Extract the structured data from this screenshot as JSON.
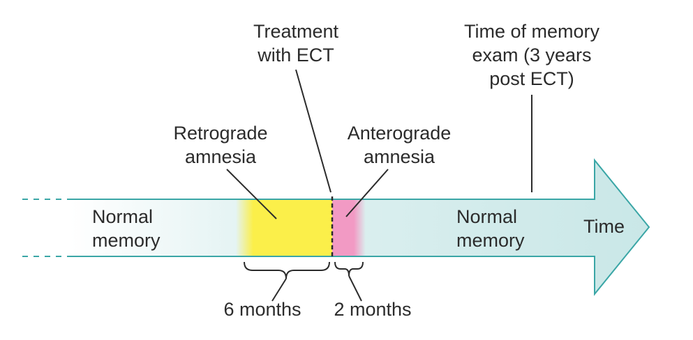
{
  "labels": {
    "treatment": [
      "Treatment",
      "with ECT"
    ],
    "exam": [
      "Time of memory",
      "exam (3 years",
      "post ECT)"
    ],
    "retrograde": [
      "Retrograde",
      "amnesia"
    ],
    "anterograde": [
      "Anterograde",
      "amnesia"
    ],
    "normal_left": [
      "Normal",
      "memory"
    ],
    "normal_right": [
      "Normal",
      "memory"
    ],
    "time": "Time",
    "duration_retro": "6 months",
    "duration_antero": "2 months"
  },
  "colors": {
    "arrow_fill": "#d2ecec",
    "arrow_stroke": "#3aa6a6",
    "retrograde": "#fbef4a",
    "anterograde": "#f29ac4",
    "line": "#2b2b2b"
  }
}
